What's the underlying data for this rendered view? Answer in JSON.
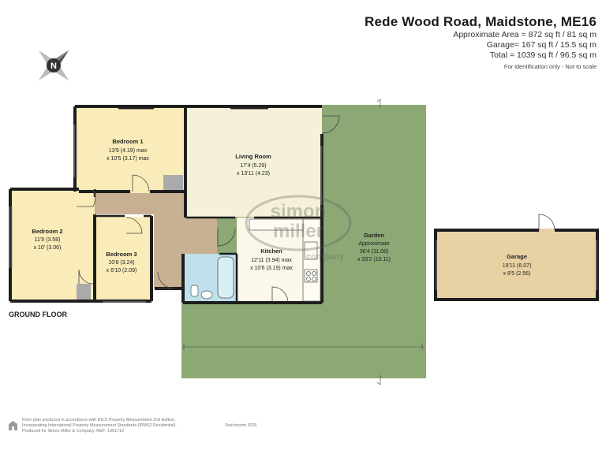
{
  "header": {
    "title": "Rede Wood Road, Maidstone, ME16",
    "area_lines": [
      "Approximate Area = 872 sq ft / 81 sq m",
      "Garage= 167 sq ft / 15.5 sq m",
      "Total = 1039 sq ft / 96.5 sq m"
    ],
    "note": "For identification only - Not to scale"
  },
  "compass": {
    "letter": "N"
  },
  "rooms": {
    "bedroom1": {
      "name": "Bedroom 1",
      "dim1": "13'9 (4.19) max",
      "dim2": "x 10'5 (3.17) max"
    },
    "living": {
      "name": "Living Room",
      "dim1": "17'4 (5.29)",
      "dim2": "x 13'11 (4.23)"
    },
    "bedroom2": {
      "name": "Bedroom 2",
      "dim1": "11'9 (3.58)",
      "dim2": "x 10' (3.06)"
    },
    "bedroom3": {
      "name": "Bedroom 3",
      "dim1": "10'8 (3.24)",
      "dim2": "x 6'10 (2.09)"
    },
    "kitchen": {
      "name": "Kitchen",
      "dim1": "12'11 (3.94) max",
      "dim2": "x 10'6 (3.19) max"
    },
    "garden": {
      "name": "Garden",
      "dim1": "Approximate",
      "dim2": "36'4 (11.08)",
      "dim3": "x 33'2 (10.11)"
    },
    "garage": {
      "name": "Garage",
      "dim1": "19'11 (6.07)",
      "dim2": "x 8'5 (2.56)"
    }
  },
  "watermark": {
    "line1": "simon",
    "line2": "miller",
    "line3": "company"
  },
  "floor_label": "GROUND FLOOR",
  "footer": {
    "lines": [
      "Floor plan produced in accordance with RICS Property Measurement 2nd Edition,",
      "Incorporating International Property Measurement Standards (IPMS2 Residential).",
      "Produced for Simon Miller & Company.   REF: 1301712"
    ],
    "copyright": "©nichecom 2025."
  },
  "colors": {
    "bedroom": "#f9ecb8",
    "living": "#f5f1d8",
    "hall": "#c8b192",
    "bathroom": "#bfe0ea",
    "kitchen": "#fbf8ea",
    "garden": "#8ca875",
    "garage": "#e8d2a4",
    "wall": "#1e1e1e"
  }
}
